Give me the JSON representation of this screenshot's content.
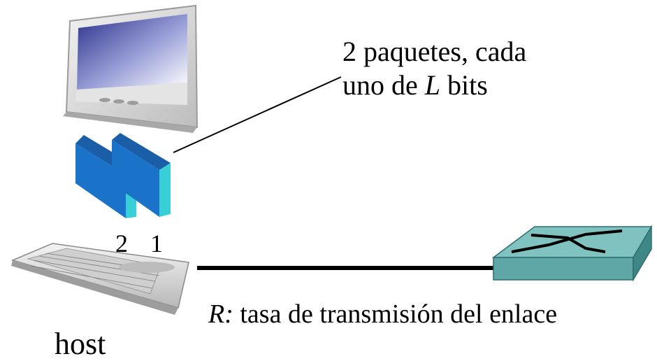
{
  "callout": {
    "line1": "2 paquetes, cada",
    "line2_prefix": "uno de ",
    "line2_var": "L",
    "line2_suffix": " bits"
  },
  "packets": [
    {
      "label": "2"
    },
    {
      "label": "1"
    }
  ],
  "link": {
    "rate_var": "R:",
    "rate_text": " tasa de transmisión del enlace"
  },
  "host": {
    "label": "host"
  },
  "colors": {
    "packet_front": "#1a73c9",
    "packet_side": "#39cfd8",
    "router_body": "#5fa7a7",
    "router_top": "#7fc2c0",
    "link": "#000000"
  }
}
